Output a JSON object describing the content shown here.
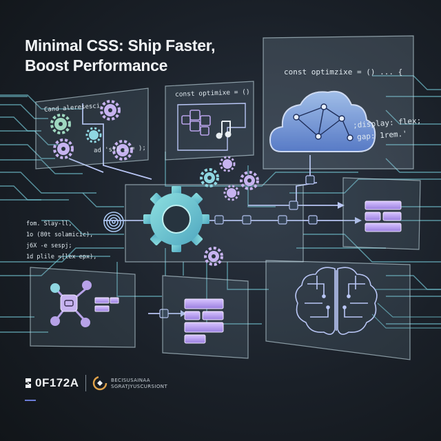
{
  "title": {
    "line1": "Minimal CSS: Ship Faster,",
    "line2": "Boost Performance"
  },
  "panels": {
    "top_left_label": "Cand aleresesci",
    "top_left_code": "ad 'stĩ … = );",
    "top_mid_code": "const optimixe = ()",
    "top_right_code": "const optimzixe = () ... {",
    "right_code_line1": ";display: flex;",
    "right_code_line2": "gap: 1rem.'"
  },
  "left_code": {
    "line1": "fom. Slay-ll,",
    "line2": "1o (80t solamicic),",
    "line3": "j6X -e sespj;",
    "line4": "1d plile ≈[lex epx),"
  },
  "footer": {
    "brand": "0F172A",
    "text_line1": "BECISUSAINAA",
    "text_line2": "SGRATJYUSCURSIONT"
  },
  "colors": {
    "accent_cyan": "#7ad3e0",
    "accent_purple": "#b7a2e8",
    "accent_blue": "#6a7bd6"
  },
  "icons": [
    "gear-icon",
    "cloud-network-icon",
    "brain-circuit-icon",
    "block-stack-icon",
    "fingerprint-icon",
    "music-note-icon",
    "grid-icon"
  ]
}
